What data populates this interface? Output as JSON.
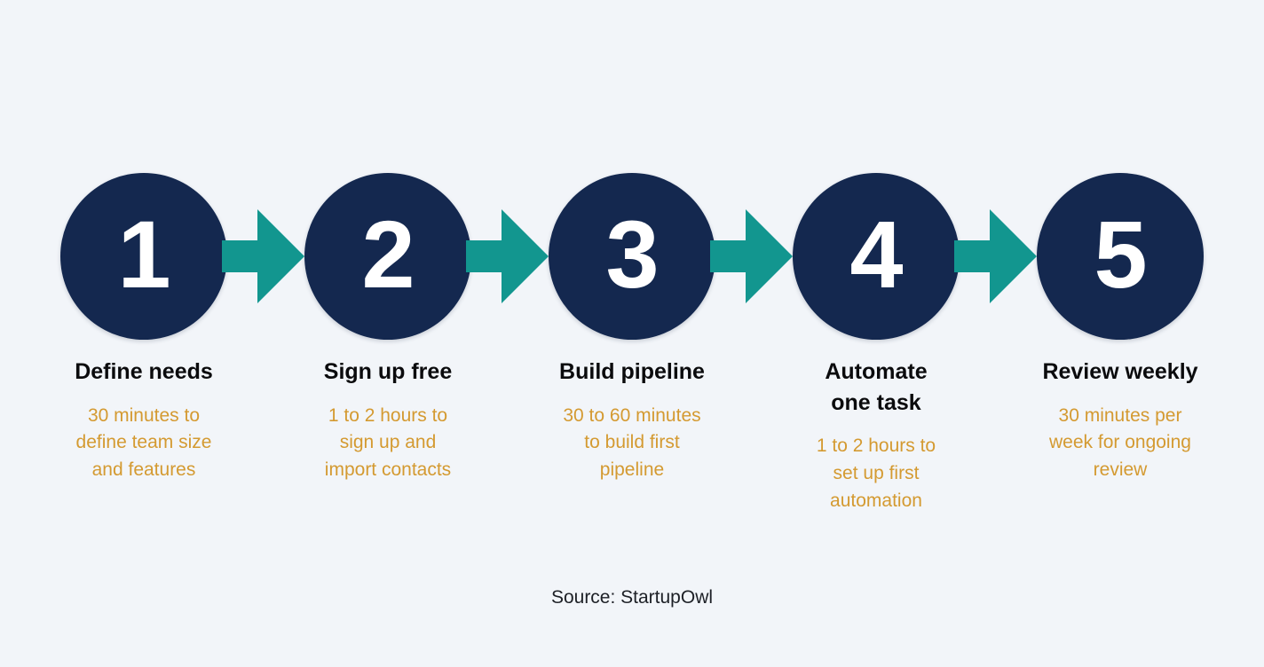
{
  "theme": {
    "background": "#f2f5f9",
    "circle_navy": "#14284f",
    "arrow_teal": "#12968f",
    "number_white": "#ffffff",
    "title_black": "#0b0b0d",
    "caption_amber": "#d49a31",
    "source_text": "#1d2026"
  },
  "steps": [
    {
      "number": "1",
      "title": "Define needs",
      "caption": "30 minutes to\ndefine team size\nand features"
    },
    {
      "number": "2",
      "title": "Sign up free",
      "caption": "1 to 2 hours to\nsign up and\nimport contacts"
    },
    {
      "number": "3",
      "title": "Build pipeline",
      "caption": "30 to 60 minutes\nto build first\npipeline"
    },
    {
      "number": "4",
      "title": "Automate\none task",
      "caption": "1 to 2 hours to\nset up first\nautomation"
    },
    {
      "number": "5",
      "title": "Review weekly",
      "caption": "30 minutes per\nweek for ongoing\nreview"
    }
  ],
  "source": {
    "label": "Source: StartupOwl"
  }
}
